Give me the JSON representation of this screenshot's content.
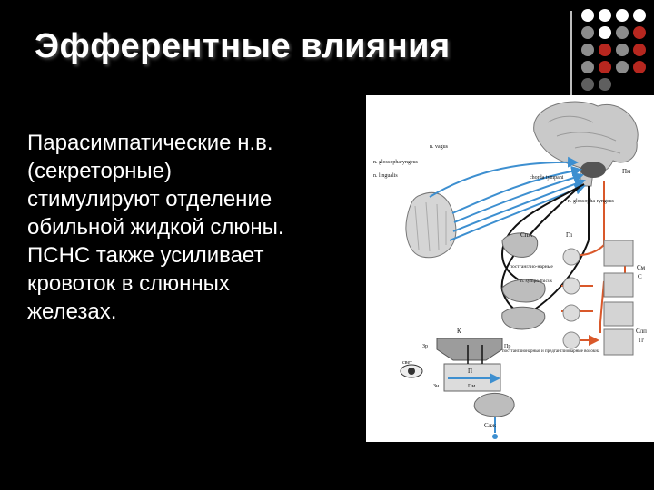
{
  "slide": {
    "title": "Эфферентные влияния",
    "body_lines": [
      "Парасимпатические н.в.",
      "(секреторные)",
      "стимулируют отделение",
      "обильной жидкой слюны.",
      "ПСНС также усиливает",
      "кровоток в слюнных",
      "железах."
    ]
  },
  "decoration": {
    "dot_colors": {
      "white": "#ffffff",
      "gray": "#8c8c8c",
      "red": "#b7271f",
      "dim_gray": "#5f5f5f"
    }
  },
  "diagram": {
    "labels": {
      "vagus": "n. vagus",
      "glosso_top": "n. glossopharyngeus",
      "lingual": "n. lingualis",
      "chorda": "chorda tympani",
      "glosso_mid": "n. glossopha-ryngeus",
      "pi": "Пм",
      "sub": "Спж",
      "gl": "Гл",
      "postgang_sympa": "постганглио-нарные",
      "n_sympa": "n. sympa-thicus",
      "sm_upper": "См",
      "sm_upper_sub": "С",
      "sm_lower": "Слп",
      "sm_lower_sub": "Тг",
      "k": "К",
      "zr": "Зр",
      "pr": "Пр",
      "p": "П",
      "svet": "свет",
      "zn": "Зн",
      "pm": "Пм",
      "pre_post": "постганглионарные и предганглионарные волокна",
      "saliva": "Слж"
    },
    "colors": {
      "blue": "#3d8fd0",
      "orange": "#d9582a",
      "black": "#111111",
      "gland": "#bdbdbd"
    }
  }
}
